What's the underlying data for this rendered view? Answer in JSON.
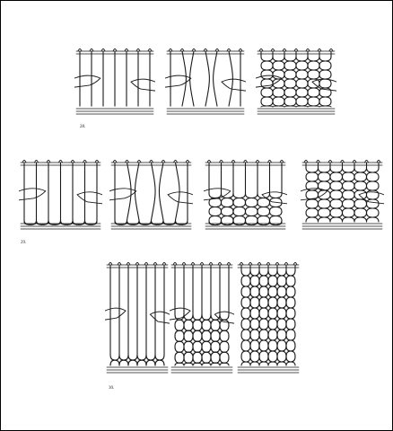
{
  "figure_labels": {
    "row1": "28.",
    "row2": "29.",
    "row3": "30."
  },
  "colors": {
    "ink": "#1a1a1a",
    "paper": "#ffffff",
    "border": "#000000"
  },
  "rows": [
    {
      "label_key": "row1",
      "panels": [
        "vertical-warps",
        "warps-with-crossings",
        "full-net"
      ]
    },
    {
      "label_key": "row2",
      "panels": [
        "vertical-warps",
        "warps-with-crossings",
        "partial-net",
        "full-net"
      ]
    },
    {
      "label_key": "row3",
      "panels": [
        "vertical-warps",
        "partial-net",
        "full-net"
      ]
    }
  ]
}
